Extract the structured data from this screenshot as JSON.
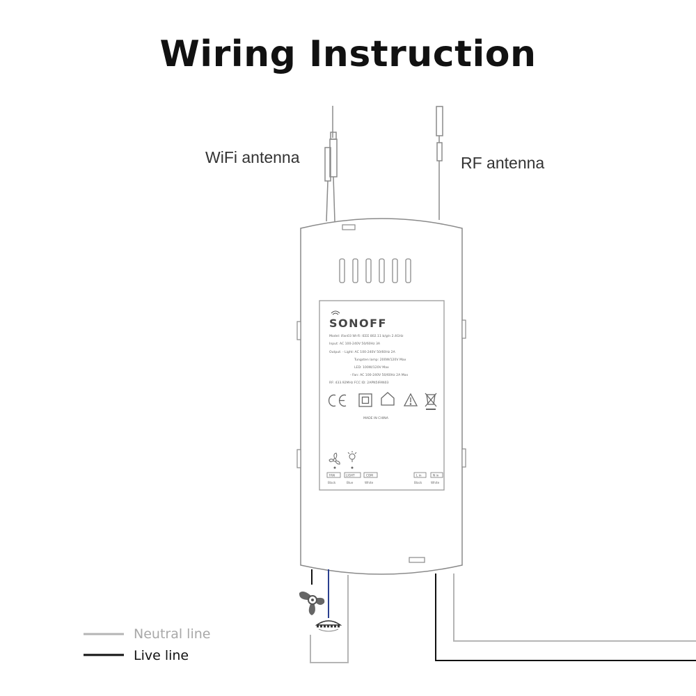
{
  "title": "Wiring Instruction",
  "antennas": {
    "wifi_label": "WiFi antenna",
    "rf_label": "RF antenna"
  },
  "device": {
    "brand": "SONOFF",
    "spec_lines": [
      "Model: iFan03   Wi-Fi: IEEE 802.11 b/g/n 2.4GHz",
      "Input: AC 100-240V 50/60Hz 3A",
      "Output: - Light: AC 100-240V 50/60Hz 2A",
      "Tungsten lamp: 200W/120V Max",
      "LED: 100W/120V Max",
      "- Fan: AC 100-240V 50/60Hz 2A Max",
      "RF: 433.92MHz        FCC ID: 2APN5IFAN03"
    ],
    "made_in": "MADE IN CHINA",
    "terminals_left": [
      {
        "tag": "FAN",
        "color": "Black"
      },
      {
        "tag": "LIGHT",
        "color": "Blue"
      },
      {
        "tag": "COM",
        "color": "White"
      }
    ],
    "terminals_right": [
      {
        "tag": "L in",
        "color": "Black"
      },
      {
        "tag": "N in",
        "color": "White"
      }
    ]
  },
  "legend": {
    "neutral_label": "Neutral line",
    "live_label": "Live line",
    "neutral_color": "#b5b5b5",
    "live_color": "#111111"
  },
  "colors": {
    "outline": "#8a8a8a",
    "wire_blue": "#2a3f8f"
  }
}
